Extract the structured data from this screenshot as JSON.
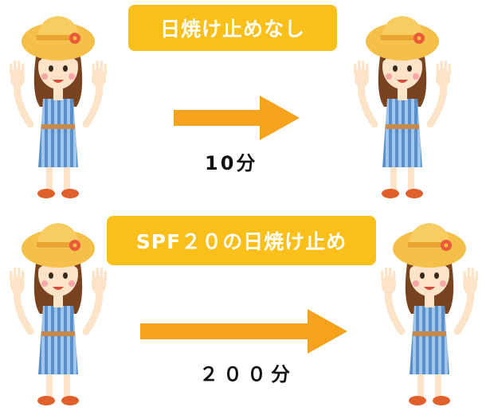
{
  "scenarios": [
    {
      "label": "日焼け止めなし",
      "duration": "10分"
    },
    {
      "label": "SPF２０の日焼け止め",
      "duration": "２００分"
    }
  ],
  "colors": {
    "label_bg": "#fbbf1a",
    "arrow": "#f7a21b",
    "hat": "#f5c04a",
    "dress_stripe_a": "#5a8fc9",
    "dress_stripe_b": "#9fc6ea",
    "skin": "#fde3c8",
    "hair": "#7a4320",
    "shoe": "#e0602b"
  },
  "icons": [
    "girl-illustration",
    "right-arrow-icon"
  ]
}
